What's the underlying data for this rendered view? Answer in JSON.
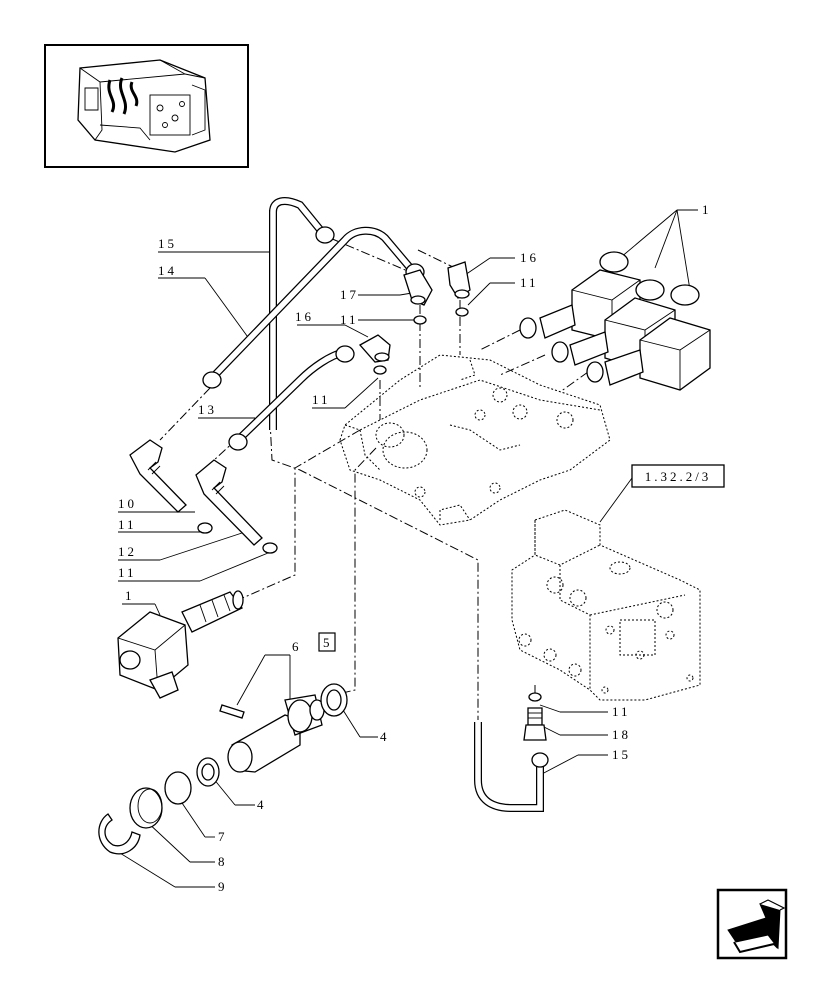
{
  "labels": {
    "l1_top": "1",
    "l15_top": "15",
    "l14": "14",
    "l16_top": "16",
    "l11_a": "11",
    "l17": "17",
    "l11_b": "11",
    "l16_mid": "16",
    "l11_c": "11",
    "l13": "13",
    "l10": "10",
    "l11_d": "11",
    "l12": "12",
    "l11_e": "11",
    "l1_left": "1",
    "l6": "6",
    "l5": "5",
    "l4_right": "4",
    "l4_left": "4",
    "l7": "7",
    "l8": "8",
    "l9": "9",
    "ref": "1.32.2/3",
    "l11_f": "11",
    "l18": "18",
    "l15_bottom": "15"
  },
  "icons": {
    "thumbnail": "transmission-housing-thumbnail",
    "nav": "previous-page-arrow-icon"
  }
}
